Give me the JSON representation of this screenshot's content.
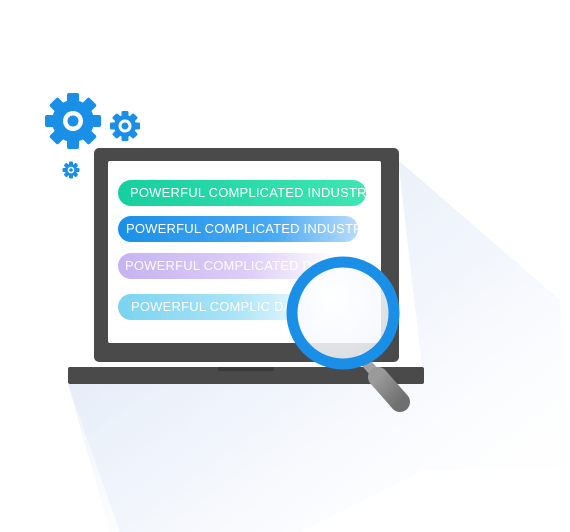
{
  "illustration": {
    "list_items": [
      "POWERFUL COMPLICATED INDUSTRY",
      "POWERFUL COMPLICATED INDUSTRY",
      "POWERFUL COMPLICATED DATA",
      "POWERFUL COMPLIC DATA"
    ],
    "icons": {
      "large_gear": "gear-icon",
      "medium_gear": "gear-icon",
      "small_gear": "gear-icon",
      "device": "laptop-icon",
      "magnifier": "magnifying-glass-icon"
    },
    "colors": {
      "gear_blue": "#1a8fe8",
      "laptop_frame": "#4a4a4a",
      "screen": "#ffffff",
      "item_green": "#16cf9f",
      "item_blue": "#1a8fe8",
      "item_purple": "#c6b2f2",
      "item_cyan": "#7ad3f0",
      "lens_ring": "#1a8fe8",
      "handle": "#8a8a8a"
    }
  }
}
